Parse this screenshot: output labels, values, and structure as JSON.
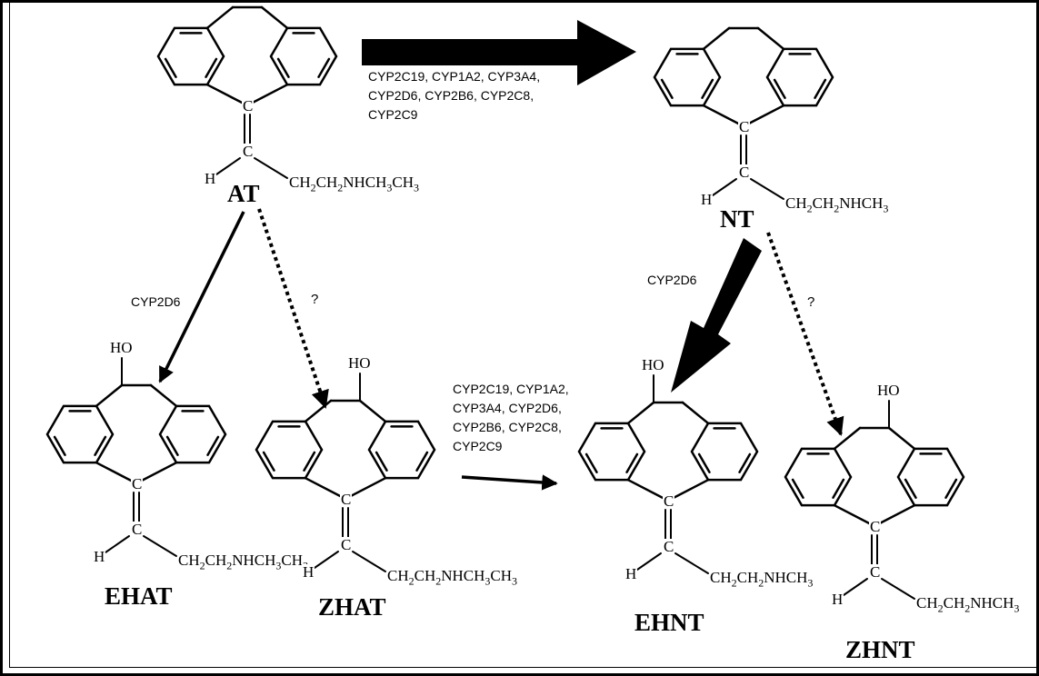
{
  "compounds": {
    "at": {
      "name": "AT",
      "side_chain": "CH2CH2NHCH3CH3"
    },
    "nt": {
      "name": "NT",
      "side_chain": "CH2CH2NHCH3"
    },
    "ehat": {
      "name": "EHAT",
      "side_chain": "CH2CH2NHCH3CH3"
    },
    "zhat": {
      "name": "ZHAT",
      "side_chain": "CH2CH2NHCH3CH3"
    },
    "ehnt": {
      "name": "EHNT",
      "side_chain": "CH2CH2NHCH3"
    },
    "zhnt": {
      "name": "ZHNT",
      "side_chain": "CH2CH2NHCH3"
    }
  },
  "atoms": {
    "carbon": "C",
    "hydrogen": "H",
    "hydroxyl": "HO"
  },
  "enzymes": {
    "at_to_nt": [
      "CYP2C19, CYP1A2, CYP3A4,",
      "CYP2D6, CYP2B6, CYP2C8,",
      "CYP2C9"
    ],
    "ehat_to_ehnt": [
      "CYP2C19, CYP1A2,",
      "CYP3A4, CYP2D6,",
      "CYP2B6, CYP2C8,",
      "CYP2C9"
    ],
    "at_to_ehat": "CYP2D6",
    "nt_to_ehnt": "CYP2D6",
    "unknown": "?"
  }
}
